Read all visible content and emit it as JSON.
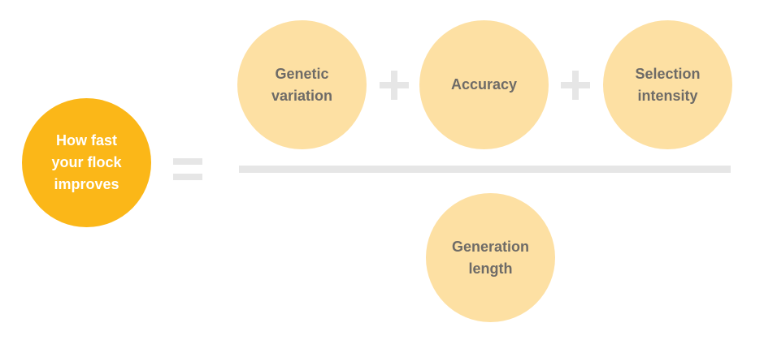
{
  "result": {
    "label": "How fast\nyour flock\nimproves"
  },
  "numerator": {
    "factors": [
      {
        "label": "Genetic\nvariation"
      },
      {
        "label": "Accuracy"
      },
      {
        "label": "Selection\nintensity"
      }
    ],
    "operator": "+"
  },
  "denominator": {
    "label": "Generation\nlength"
  },
  "operators": {
    "equals": "="
  },
  "colors": {
    "result_fill": "#fbb718",
    "factor_fill": "#fde0a3",
    "factor_text": "#6e6b67",
    "operator_gray": "#e6e6e6"
  }
}
